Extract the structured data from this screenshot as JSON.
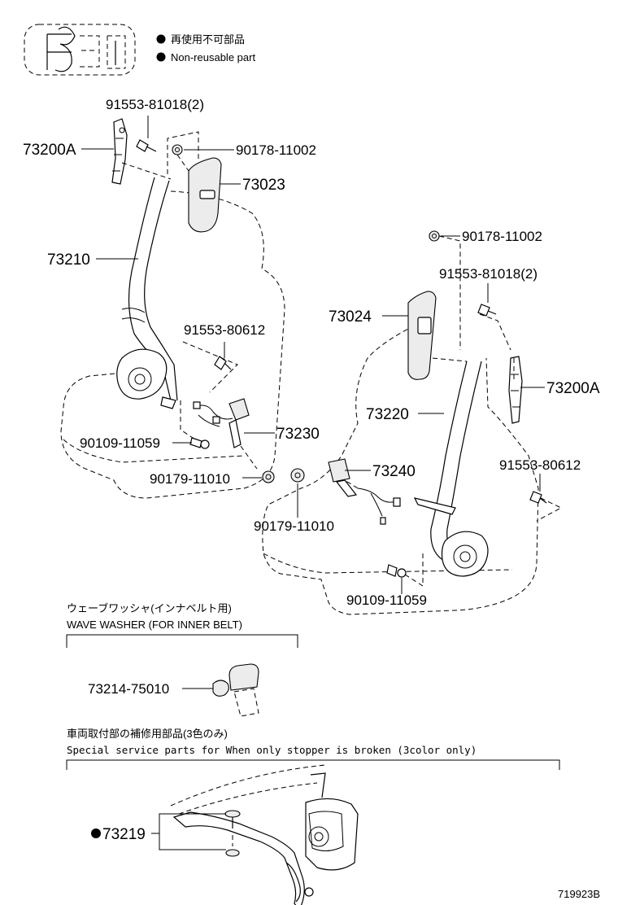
{
  "legend": {
    "dot_label_ja": "再使用不可部品",
    "dot_label_en": "Non-reusable part"
  },
  "labels": {
    "l_91553_81018_left": "91553-81018(2)",
    "l_73200A_left": "73200A",
    "l_90178_left": "90178-11002",
    "l_73023": "73023",
    "l_73210": "73210",
    "l_91553_80612_left": "91553-80612",
    "l_90109_left": "90109-11059",
    "l_73230": "73230",
    "l_90179_left": "90179-11010",
    "l_90178_right": "90178-11002",
    "l_91553_81018_right": "91553-81018(2)",
    "l_73024": "73024",
    "l_73200A_right": "73200A",
    "l_73220": "73220",
    "l_73240": "73240",
    "l_91553_80612_right": "91553-80612",
    "l_90179_right": "90179-11010",
    "l_90109_right": "90109-11059"
  },
  "wave_washer": {
    "title_ja": "ウェーブワッシャ(インナベルト用)",
    "title_en": "WAVE WASHER (FOR INNER BELT)",
    "part": "73214-75010"
  },
  "service_parts": {
    "title_ja": "車両取付部の補修用部品(3色のみ)",
    "title_en": "Special service parts for When only stopper is broken (3color only)",
    "part": "73219"
  },
  "figure_id": "719923B"
}
